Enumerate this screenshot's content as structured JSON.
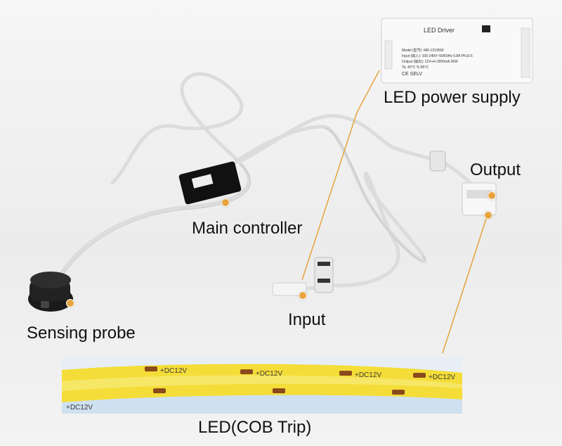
{
  "labels": {
    "psu": "LED power supply",
    "output": "Output",
    "controller": "Main controller",
    "input": "Input",
    "probe": "Sensing probe",
    "strip": "LED(COB Trip)"
  },
  "psu_label": {
    "title": "LED Driver",
    "line1": "Model  (型号): MR-12V36W",
    "line2": "Input  (输入): 100-240V~50/60Hz 0.8A PF≥0.5",
    "line3": "Output (输出): 12V⎓0-3000mA 36W",
    "line4": "Ta: 40°C   Tc:85°C",
    "marks": "CE SELV"
  },
  "strip_marking": "+DC12V",
  "colors": {
    "accent_dot": "#e8a33c",
    "leader_line": "#e8a33c",
    "strip_yellow": "#f4dd38",
    "cable": "#e6e6e6"
  }
}
